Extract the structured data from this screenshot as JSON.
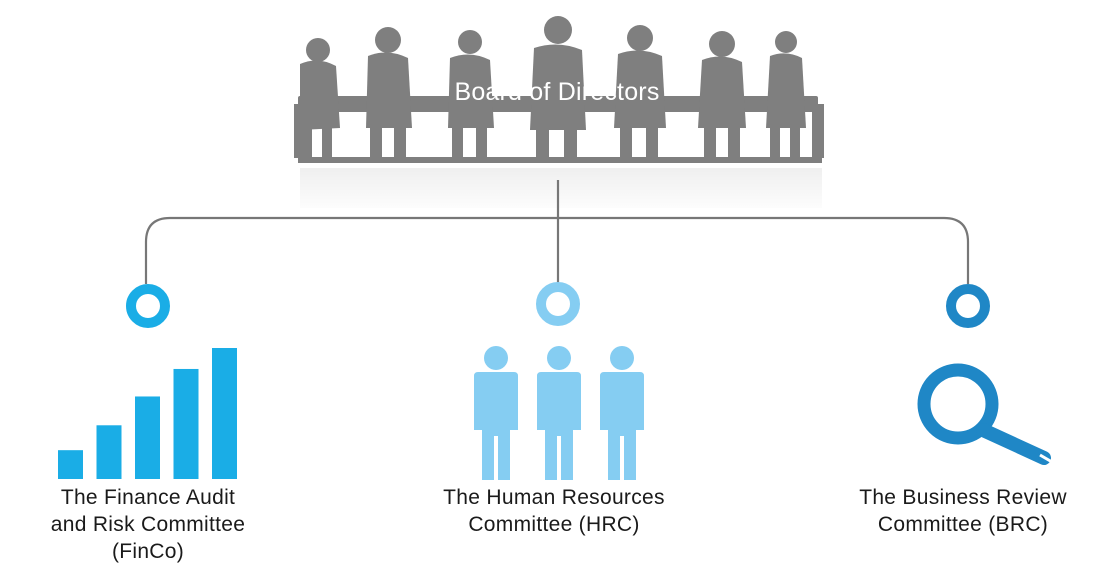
{
  "board": {
    "title": "Board of Directors",
    "color": "#7f7f7f"
  },
  "connector_color": "#777777",
  "committees": [
    {
      "id": "finco",
      "label": "The Finance Audit and Risk Committee (FinCo)",
      "label_lines": [
        "The Finance Audit",
        "and Risk Committee",
        "(FinCo)"
      ],
      "color": "#1aade6",
      "icon": "bar-chart-icon",
      "bar_levels": [
        0.22,
        0.41,
        0.63,
        0.84,
        1.0
      ]
    },
    {
      "id": "hrc",
      "label": "The Human Resources Committee (HRC)",
      "label_lines": [
        "The Human Resources",
        "Committee (HRC)"
      ],
      "color": "#85cdf2",
      "icon": "people-icon"
    },
    {
      "id": "brc",
      "label": "The Business Review Committee (BRC)",
      "label_lines": [
        "The Business Review",
        "Committee (BRC)"
      ],
      "color": "#1f87c6",
      "icon": "magnifier-icon"
    }
  ]
}
